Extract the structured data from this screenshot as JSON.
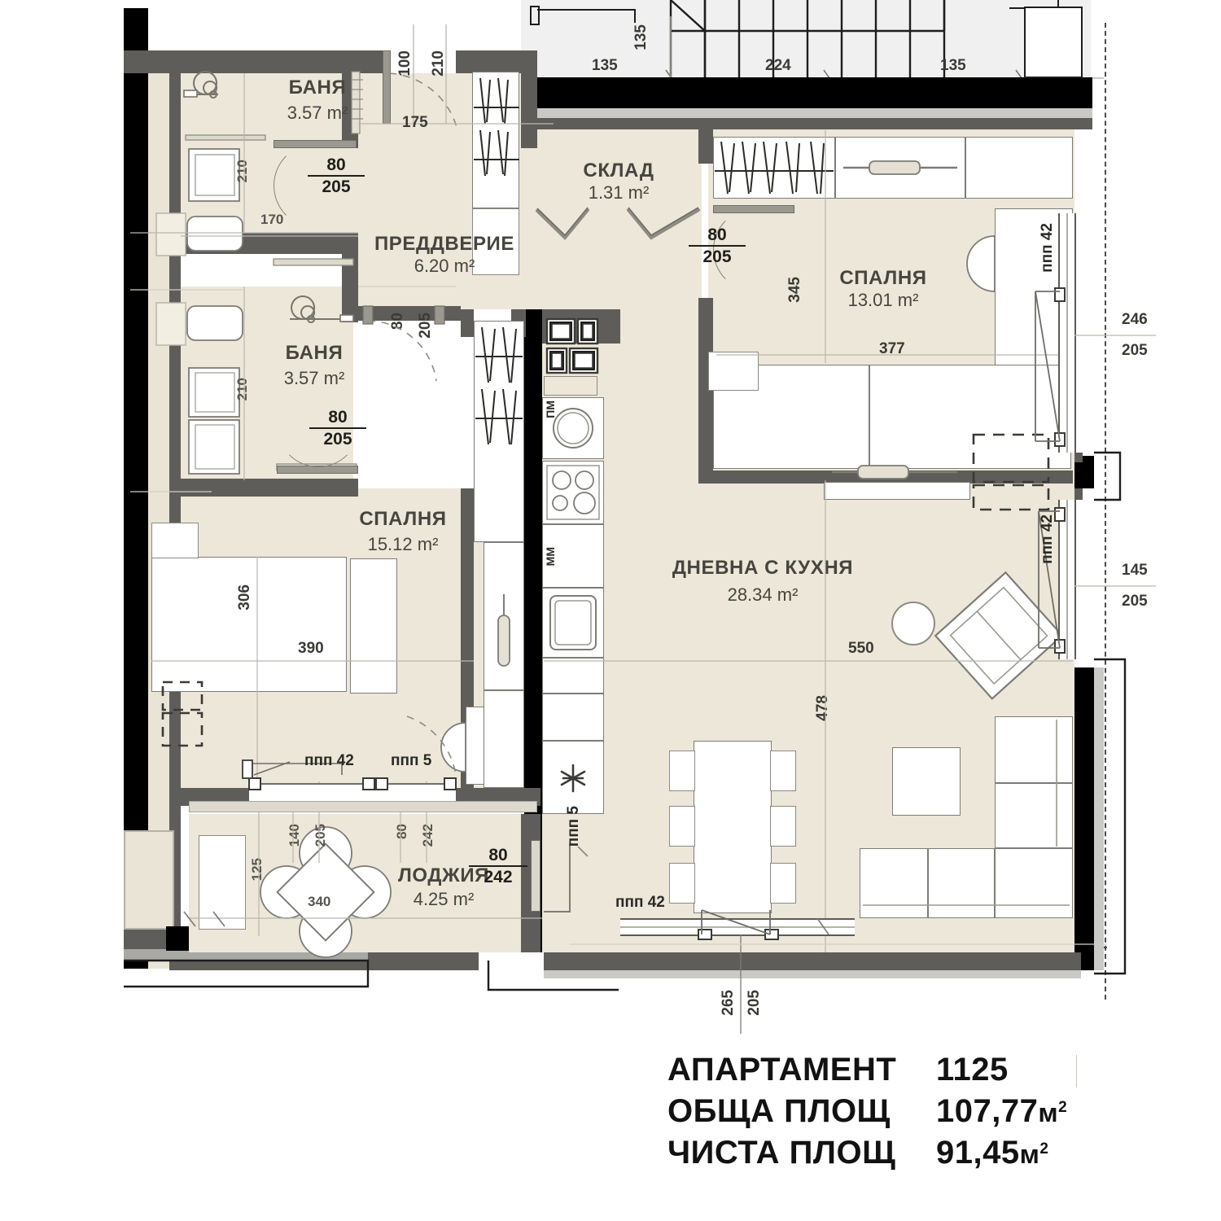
{
  "title_block": {
    "rows": [
      {
        "label": "АПАРТАМЕНТ",
        "value": "1125",
        "unit": ""
      },
      {
        "label": "ОБЩА ПЛОЩ",
        "value": "107,77",
        "unit": "м²"
      },
      {
        "label": "ЧИСТА ПЛОЩ",
        "value": "91,45",
        "unit": "м²"
      }
    ]
  },
  "rooms": [
    {
      "key": "bath_top",
      "name": "БАНЯ",
      "area": "3.57 m²"
    },
    {
      "key": "bath_bottom",
      "name": "БАНЯ",
      "area": "3.57 m²"
    },
    {
      "key": "hall",
      "name": "ПРЕДДВЕРИЕ",
      "area": "6.20 m²"
    },
    {
      "key": "storage",
      "name": "СКЛАД",
      "area": "1.31 m²"
    },
    {
      "key": "bedroom_ne",
      "name": "СПАЛНЯ",
      "area": "13.01 m²"
    },
    {
      "key": "bedroom_w",
      "name": "СПАЛНЯ",
      "area": "15.12 m²"
    },
    {
      "key": "living",
      "name": "ДНЕВНА С КУХНЯ",
      "area": "28.34 m²"
    },
    {
      "key": "loggia",
      "name": "ЛОДЖИЯ",
      "area": "4.25 m²"
    }
  ],
  "door_tags": [
    {
      "key": "d_bath_top",
      "width": "80",
      "height": "205"
    },
    {
      "key": "d_bath_bot",
      "width": "80",
      "height": "205"
    },
    {
      "key": "d_bedroom_w",
      "width": "80",
      "height": "205"
    },
    {
      "key": "d_bedroom_ne",
      "width": "80",
      "height": "205"
    },
    {
      "key": "d_loggia_l",
      "width": "80",
      "height": "242"
    },
    {
      "key": "d_loggia_r",
      "width": "80",
      "height": "242"
    }
  ],
  "window_tags": [
    {
      "key": "w_ne_1",
      "label": "ппп 42"
    },
    {
      "key": "w_ne_2",
      "label": "ппп 42"
    },
    {
      "key": "w_loggia_l",
      "label": "ппп 42"
    },
    {
      "key": "w_loggia_m",
      "label": "ппп 5"
    },
    {
      "key": "w_living_v",
      "label": "ппп 5"
    },
    {
      "key": "w_living_b",
      "label": "ппп 42"
    }
  ],
  "dimensions": {
    "top_run": [
      "135",
      "224",
      "135"
    ],
    "top_stair_v": "135",
    "hall_door_w": "100",
    "hall_door_h": "210",
    "hall_175": "175",
    "bath_top_210": "210",
    "bath_top_170": "170",
    "bath_bot_210": "210",
    "bedroom_ne_345": "345",
    "bedroom_ne_377": "377",
    "bedroom_w_306": "306",
    "bedroom_w_390": "390",
    "living_550": "550",
    "living_478": "478",
    "loggia_140": "140",
    "loggia_205": "205",
    "loggia_125": "125",
    "loggia_340": "340",
    "loggia_80": "80",
    "loggia_242": "242",
    "right_246": "246",
    "right_205a": "205",
    "right_145": "145",
    "right_205b": "205",
    "bottom_265": "265",
    "bottom_205": "205"
  },
  "appliance_tags": [
    {
      "key": "dishwasher",
      "label": "ПМ"
    },
    {
      "key": "washer",
      "label": "ММ"
    }
  ],
  "colors": {
    "floor": "#ece7d8",
    "wall_grey": "#5e5d5a",
    "wall_black": "#000000",
    "furniture_stroke": "#7d7c76",
    "text": "#3a3a36",
    "title_text": "#121212"
  }
}
